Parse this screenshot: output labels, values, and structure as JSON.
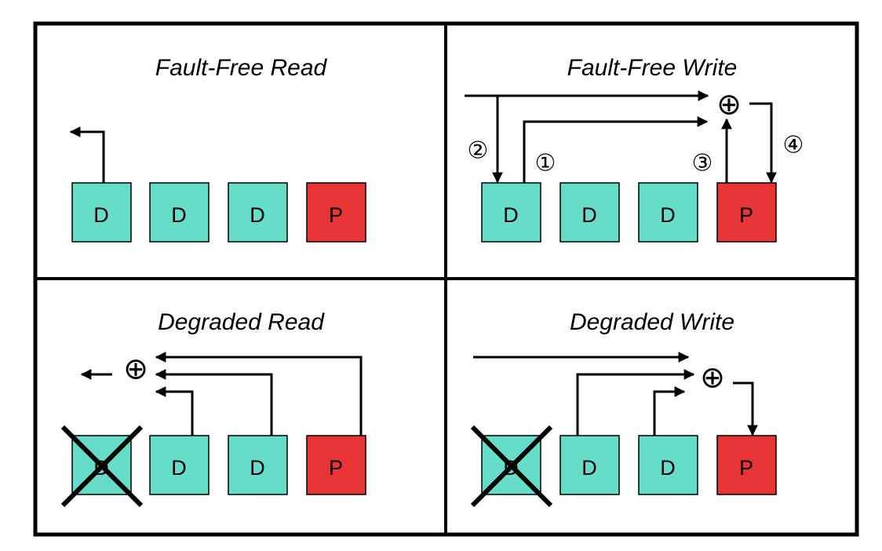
{
  "colors": {
    "data_block": "#66DDC9",
    "parity_block": "#E83434",
    "line": "#000000",
    "background": "#FFFFFF"
  },
  "block_labels": {
    "data": "D",
    "parity": "P"
  },
  "xor_symbol": "⊕",
  "panels": {
    "fault_free_read": {
      "title": "Fault-Free Read"
    },
    "fault_free_write": {
      "title": "Fault-Free Write",
      "steps": [
        "②",
        "①",
        "③",
        "④"
      ]
    },
    "degraded_read": {
      "title": "Degraded Read"
    },
    "degraded_write": {
      "title": "Degraded Write"
    }
  }
}
